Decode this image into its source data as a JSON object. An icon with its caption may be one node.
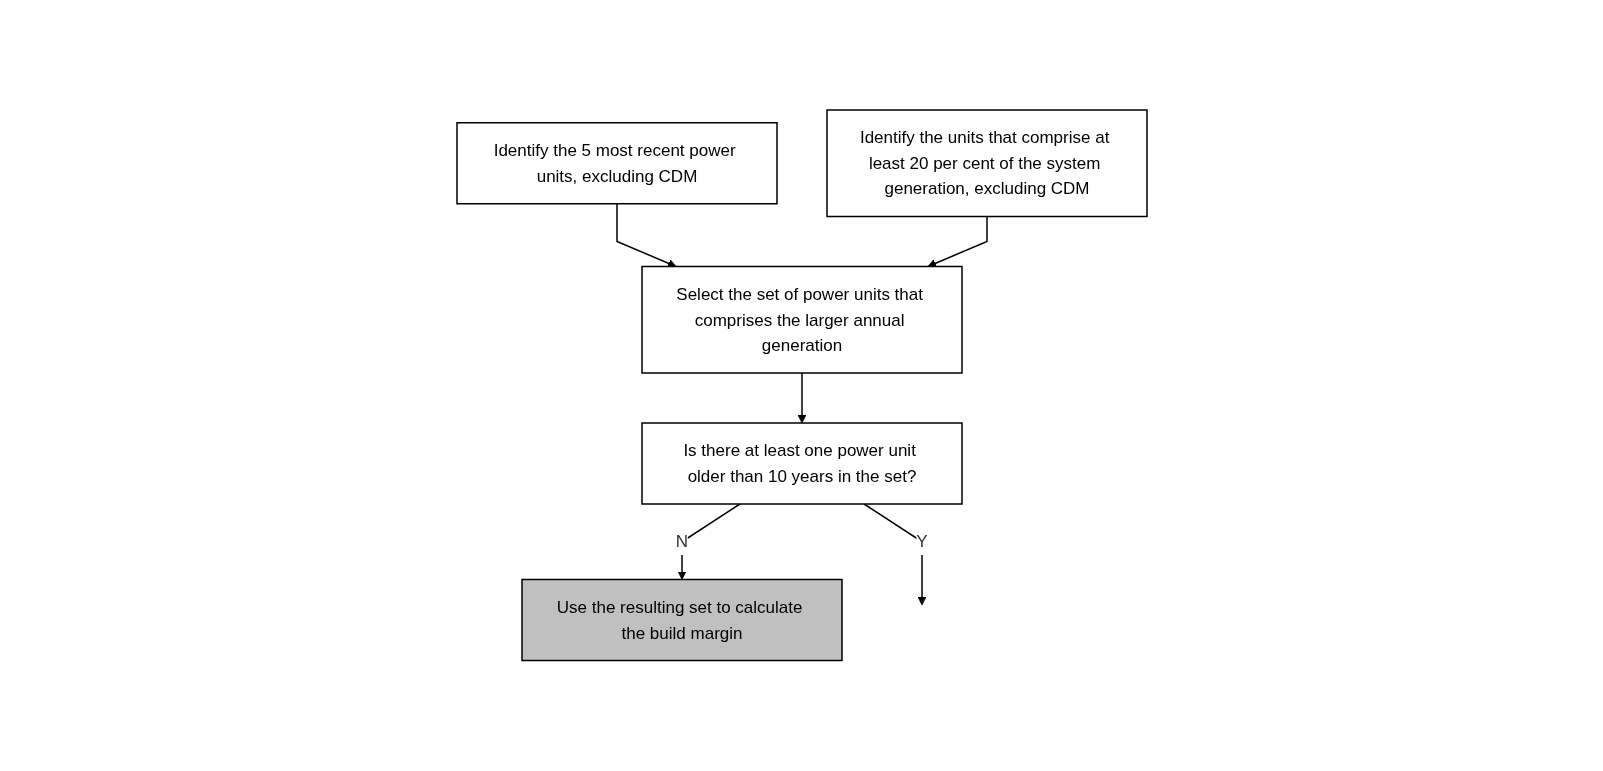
{
  "diagram": {
    "nodes": [
      {
        "text": [
          "Identify the 5 most recent power units, excluding CDM"
        ]
      },
      {
        "text": [
          "Identify the units that comprise at least 20 per cent of the system generation, excluding CDM"
        ]
      },
      {
        "text": [
          "Select the set of power units that comprises the larger annual generation"
        ]
      },
      {
        "text": [
          "Is there at least one power unit older than 10 years in the set?"
        ]
      },
      {
        "text": [
          "Use the resulting set to calculate the build margin"
        ]
      }
    ],
    "edges": [
      {
        "from": 0,
        "to": 2,
        "arrow": "to"
      },
      {
        "from": 1,
        "to": 2,
        "arrow": "to"
      },
      {
        "from": 2,
        "to": 3,
        "arrow": "to"
      },
      {
        "from": 3,
        "to": 4,
        "arrow": "to",
        "label": "N"
      },
      {
        "from": 3,
        "to": null,
        "arrow": "to",
        "label": "Y"
      }
    ]
  }
}
